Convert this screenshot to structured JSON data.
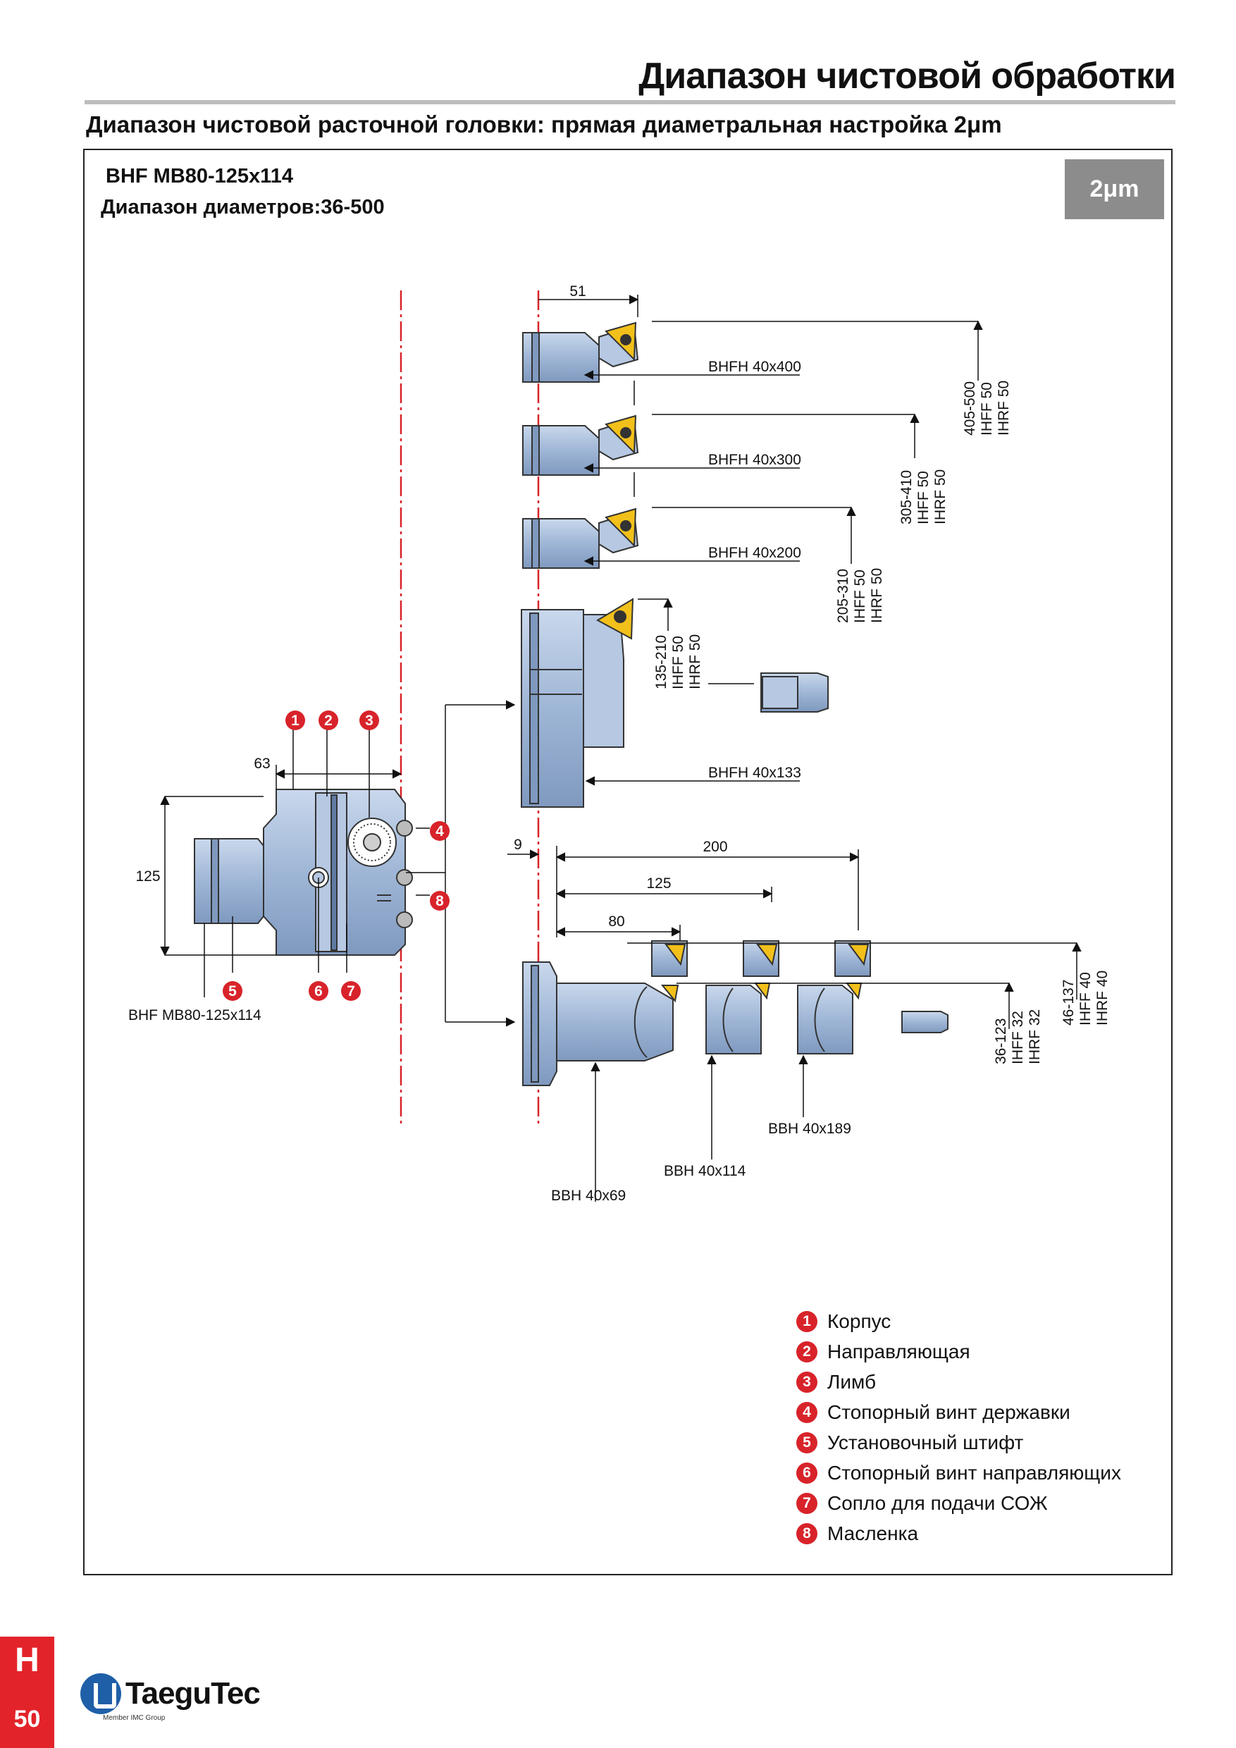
{
  "page_title": "Диапазон чистовой обработки",
  "section_title": "Диапазон чистовой расточной головки: прямая диаметральная настройка 2μm",
  "model": "BHF MB80-125x114",
  "diameter_range": "Диапазон диаметров:36-500",
  "badge": "2μm",
  "dims": {
    "d51": "51",
    "d63": "63",
    "d125v": "125",
    "d9": "9",
    "d200": "200",
    "d125": "125",
    "d80": "80"
  },
  "holders": {
    "bhfh400": "BHFH 40x400",
    "bhfh300": "BHFH 40x300",
    "bhfh200": "BHFH 40x200",
    "bhfh133": "BHFH 40x133",
    "bbh69": "BBH 40x69",
    "bbh114": "BBH 40x114",
    "bbh189": "BBH 40x189",
    "head": "BHF MB80-125x114"
  },
  "ranges": {
    "r405": [
      "405-500",
      "IHFF 50",
      "IHRF 50"
    ],
    "r305": [
      "305-410",
      "IHFF 50",
      "IHRF 50"
    ],
    "r205": [
      "205-310",
      "IHFF 50",
      "IHRF 50"
    ],
    "r135": [
      "135-210",
      "IHFF 50",
      "IHRF 50"
    ],
    "r46": [
      "46-137",
      "IHFF 40",
      "IHRF 40"
    ],
    "r36": [
      "36-123",
      "IHFF 32",
      "IHRF 32"
    ]
  },
  "callouts": [
    "1",
    "2",
    "3",
    "4",
    "5",
    "6",
    "7",
    "8"
  ],
  "legend": [
    {
      "num": "1",
      "label": "Корпус"
    },
    {
      "num": "2",
      "label": "Направляющая"
    },
    {
      "num": "3",
      "label": "Лимб"
    },
    {
      "num": "4",
      "label": "Стопорный винт державки"
    },
    {
      "num": "5",
      "label": "Установочный штифт"
    },
    {
      "num": "6",
      "label": "Стопорный винт направляющих"
    },
    {
      "num": "7",
      "label": "Сопло для подачи СОЖ"
    },
    {
      "num": "8",
      "label": "Масленка"
    }
  ],
  "footer": {
    "section_letter": "H",
    "page_number": "50",
    "brand": "TaeguTec",
    "brand_sub": "Member IMC Group"
  },
  "colors": {
    "part_fill": "#a9bfdc",
    "accent_red": "#d8232a",
    "insert_yellow": "#f2c01a"
  }
}
